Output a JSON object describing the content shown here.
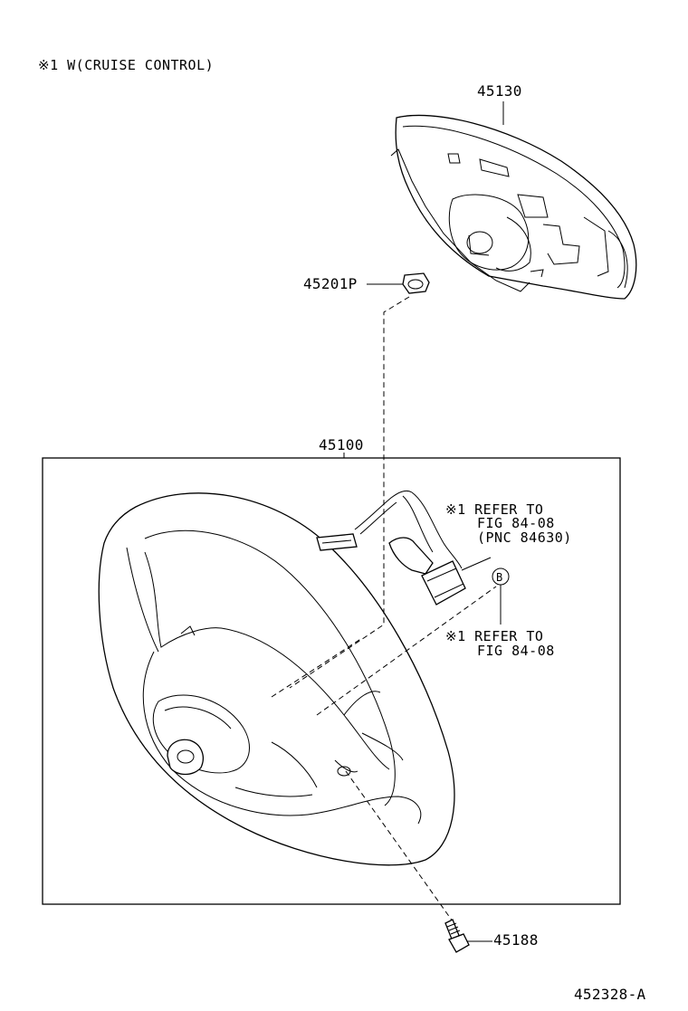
{
  "header_note": "※1 W(CRUISE CONTROL)",
  "parts": {
    "pad": "45130",
    "nut": "45201P",
    "wheel_assembly": "45100",
    "bolt": "45188"
  },
  "notes": {
    "refer_1_line1": "※1 REFER TO",
    "refer_1_line2": "FIG 84-08",
    "refer_1_line3": "(PNC 84630)",
    "refer_2_line1": "※1 REFER TO",
    "refer_2_line2": "FIG 84-08",
    "callout_b": "B"
  },
  "figure_id": "452328-A"
}
